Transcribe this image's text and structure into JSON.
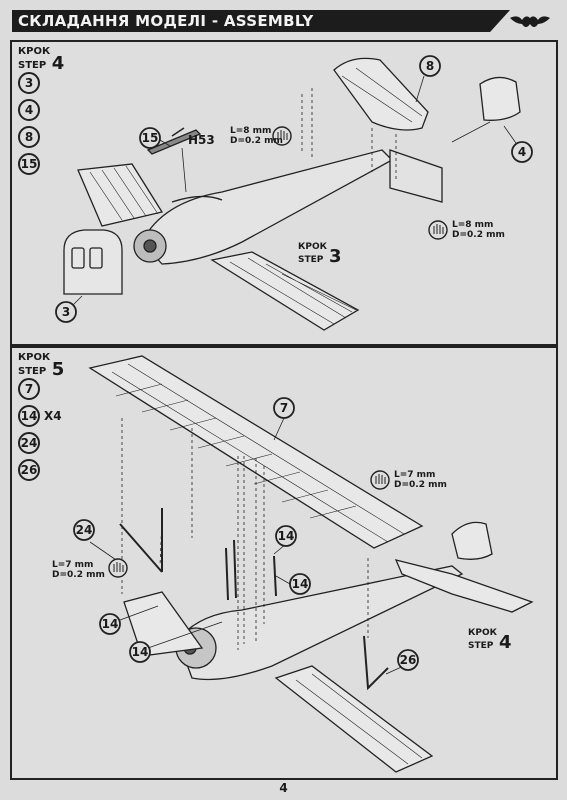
{
  "header": {
    "title": "СКЛАДАННЯ МОДЕЛІ - ASSEMBLY"
  },
  "step4": {
    "krok": "КРОК",
    "step": "STEP",
    "num": "4",
    "parts": [
      "3",
      "4",
      "8",
      "15"
    ],
    "callouts": {
      "p15": "15",
      "h53": "H53",
      "p8": "8",
      "p4": "4",
      "p3": "3"
    },
    "note1": {
      "l": "L=8 mm",
      "d": "D=0.2 mm"
    },
    "note2": {
      "l": "L=8 mm",
      "d": "D=0.2 mm"
    },
    "ref": {
      "krok": "КРОК",
      "step": "STEP",
      "num": "3"
    }
  },
  "step5": {
    "krok": "КРОК",
    "step": "STEP",
    "num": "5",
    "parts": [
      {
        "n": "7",
        "x": ""
      },
      {
        "n": "14",
        "x": "X4"
      },
      {
        "n": "24",
        "x": ""
      },
      {
        "n": "26",
        "x": ""
      }
    ],
    "callouts": {
      "p7": "7",
      "p24": "24",
      "p14a": "14",
      "p14b": "14",
      "p14c": "14",
      "p14d": "14",
      "p26": "26"
    },
    "note1": {
      "l": "L=7 mm",
      "d": "D=0.2 mm"
    },
    "note2": {
      "l": "L=7 mm",
      "d": "D=0.2 mm"
    },
    "ref": {
      "krok": "КРОК",
      "step": "STEP",
      "num": "4"
    }
  },
  "page_number": "4"
}
